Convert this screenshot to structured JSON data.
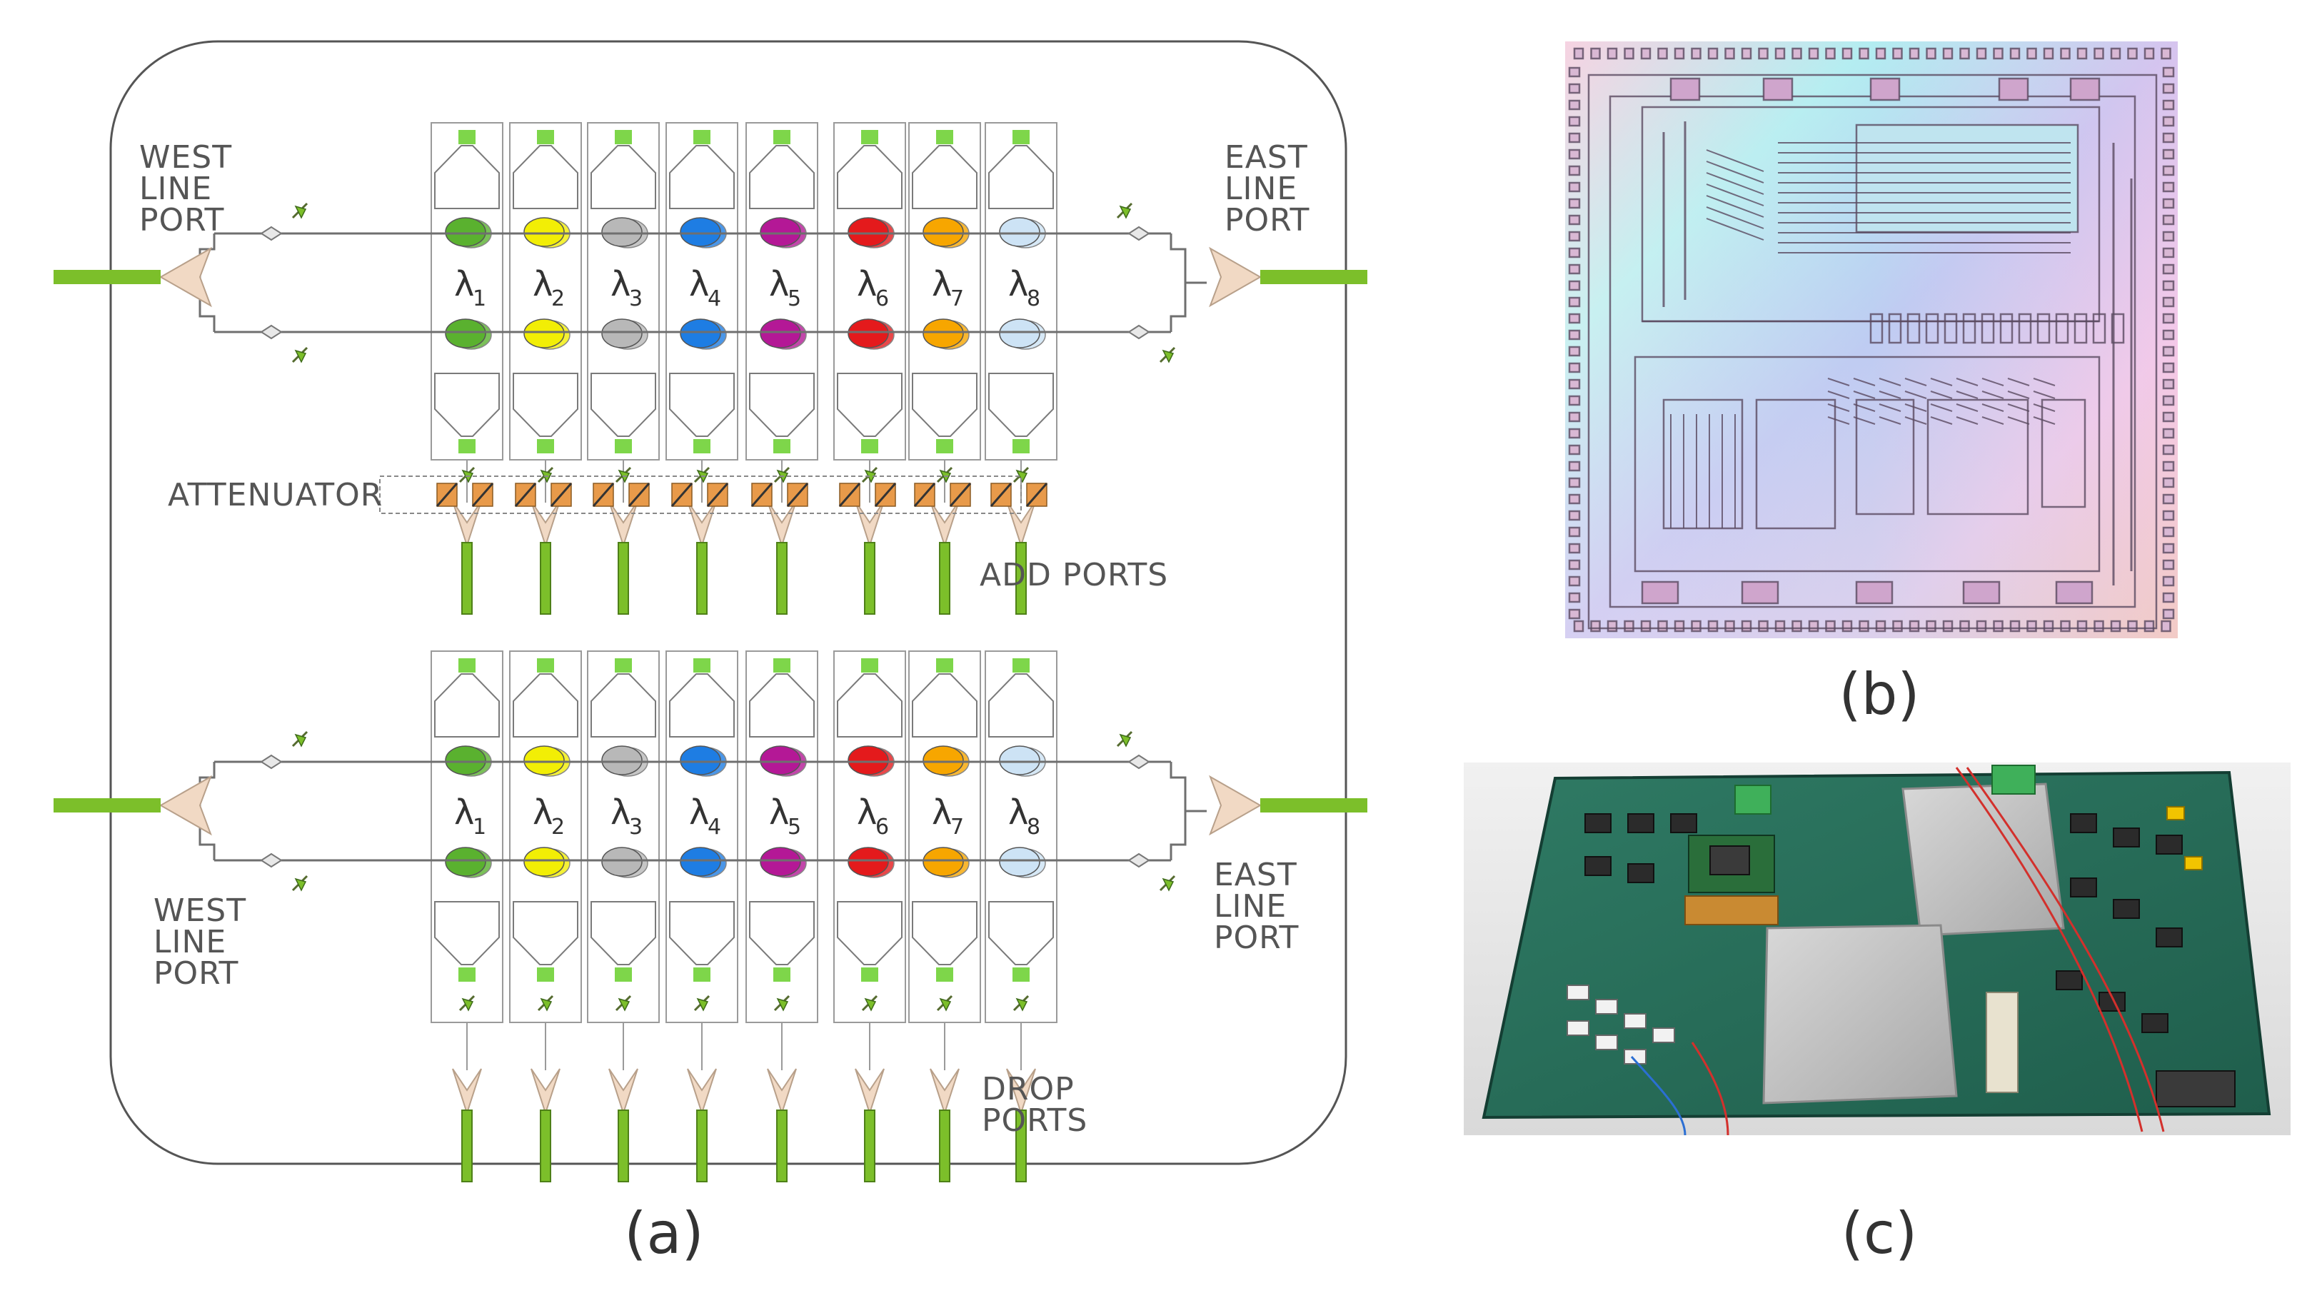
{
  "panel_a": {
    "caption": "(a)",
    "labels": {
      "west_top": [
        "WEST",
        "LINE",
        "PORT"
      ],
      "east_top": [
        "EAST",
        "LINE",
        "PORT"
      ],
      "west_bottom": [
        "WEST",
        "LINE",
        "PORT"
      ],
      "east_bottom": [
        "EAST",
        "LINE",
        "PORT"
      ],
      "attenuator": "ATTENUATOR",
      "add_ports": "ADD PORTS",
      "drop_ports": [
        "DROP",
        "PORTS"
      ]
    },
    "wavelengths": [
      {
        "symbol": "λ",
        "sub": "1",
        "color": "#5ab12f"
      },
      {
        "symbol": "λ",
        "sub": "2",
        "color": "#f2ee05"
      },
      {
        "symbol": "λ",
        "sub": "3",
        "color": "#b8b8b8"
      },
      {
        "symbol": "λ",
        "sub": "4",
        "color": "#1e7de3"
      },
      {
        "symbol": "λ",
        "sub": "5",
        "color": "#b41896"
      },
      {
        "symbol": "λ",
        "sub": "6",
        "color": "#e41a1c"
      },
      {
        "symbol": "λ",
        "sub": "7",
        "color": "#f7a600"
      },
      {
        "symbol": "λ",
        "sub": "8",
        "color": "#cde3f5"
      }
    ],
    "colors": {
      "waveguide": "#6f6f6f",
      "fiber": "#7cbf2a",
      "pad": "#7ed64a",
      "coupler": "#f1d9c4",
      "attenuator": "#e89a4a",
      "frame": "#555555"
    }
  },
  "panel_b": {
    "caption": "(b)"
  },
  "panel_c": {
    "caption": "(c)"
  }
}
